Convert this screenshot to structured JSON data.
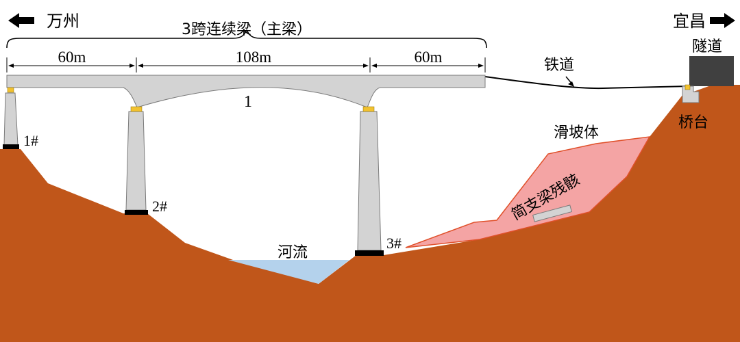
{
  "colors": {
    "ground": "#c0561a",
    "water": "#b4d2ec",
    "landslide": "#f4a4a4",
    "landslide_edge": "#e0502a",
    "concrete": "#d3d3d3",
    "concrete_edge": "#7a7a7a",
    "bearing": "#f2c230",
    "tunnel": "#404040"
  },
  "directions": {
    "left": {
      "label": "万州",
      "icon": "arrow-left"
    },
    "right": {
      "label": "宜昌",
      "icon": "arrow-right"
    }
  },
  "girder": {
    "title": "3跨连续梁（主梁）",
    "spans": [
      "60m",
      "108m",
      "60m"
    ],
    "label": "1"
  },
  "piers": [
    "1#",
    "2#",
    "3#"
  ],
  "labels": {
    "railway": "铁道",
    "tunnel": "隧道",
    "abutment": "桥台",
    "landslide": "滑坡体",
    "debris": "简支梁残骸",
    "river": "河流"
  }
}
